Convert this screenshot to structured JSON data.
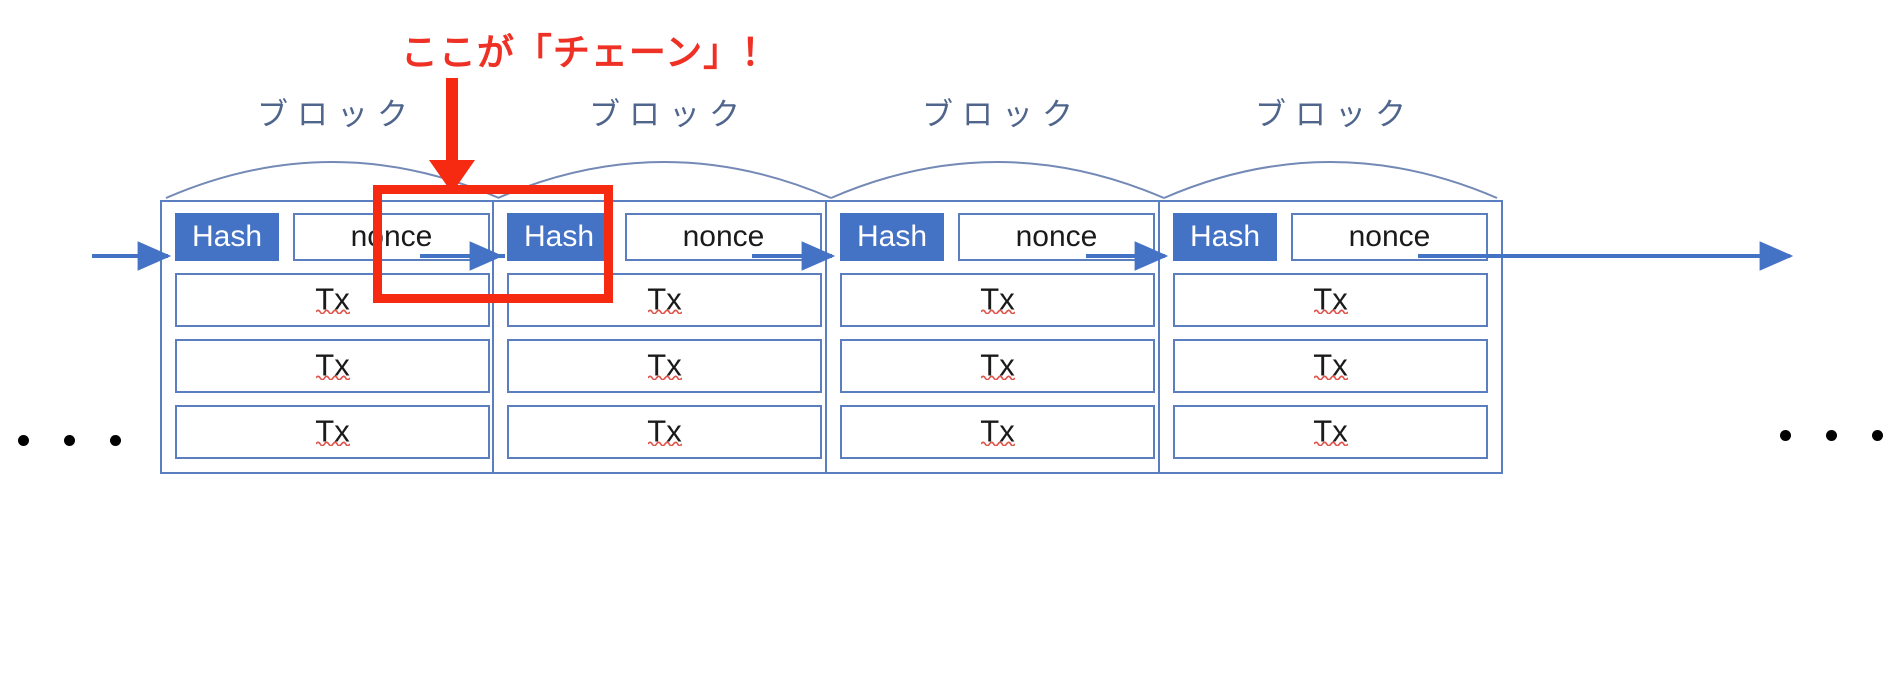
{
  "diagram": {
    "title_annotation": "ここが「チェーン」！",
    "annotation_color": "#EE3124",
    "accent_blue": "#4472C4",
    "border_blue": "#5B7EC1",
    "label_blue": "#50658C",
    "spellcheck_red": "#E0534A",
    "background": "#ffffff",
    "block_label": "ブロック",
    "hash_label": "Hash",
    "nonce_label": "nonce",
    "tx_label": "Tx",
    "ellipsis": "• • •",
    "blocks": [
      {
        "label": "ブロック",
        "hash": "Hash",
        "nonce": "nonce",
        "transactions": [
          "Tx",
          "Tx",
          "Tx"
        ]
      },
      {
        "label": "ブロック",
        "hash": "Hash",
        "nonce": "nonce",
        "transactions": [
          "Tx",
          "Tx",
          "Tx"
        ]
      },
      {
        "label": "ブロック",
        "hash": "Hash",
        "nonce": "nonce",
        "transactions": [
          "Tx",
          "Tx",
          "Tx"
        ]
      },
      {
        "label": "ブロック",
        "hash": "Hash",
        "nonce": "nonce",
        "transactions": [
          "Tx",
          "Tx",
          "Tx"
        ]
      }
    ]
  }
}
